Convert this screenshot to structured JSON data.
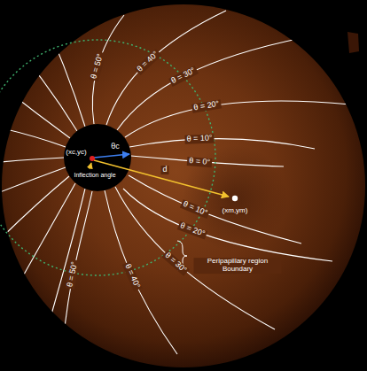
{
  "diagram": {
    "nodes": [
      {
        "text": [
          "(xc,yc)",
          "Inflection angle"
        ]
      }
    ],
    "labels": [
      "θ = 50°",
      "θ = 40°",
      "θ = 30°",
      "θ = 20°",
      "θ = 10°",
      "θ = 0°",
      "θ = 10°",
      "θ = 20°",
      "θ = 30°",
      "θ = 40°",
      "θ = 50°",
      "θc",
      "d",
      "(xm,ym)",
      "Peripapillary region Boundary"
    ]
  }
}
